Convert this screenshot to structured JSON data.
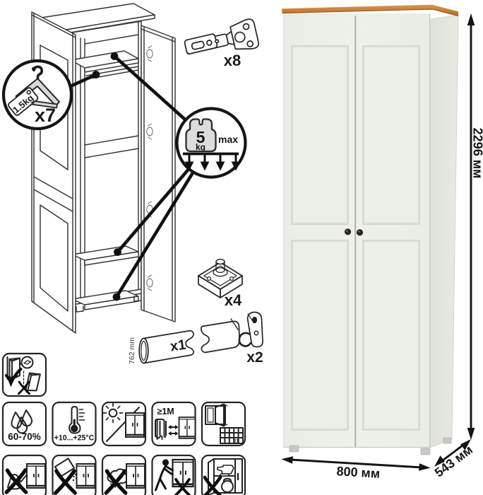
{
  "figure": {
    "kind": "wardrobe assembly and dimensions diagram",
    "colors": {
      "wood_top": "#c9813c",
      "body": "#edefe9",
      "line": "#161616"
    }
  },
  "assembly": {
    "hanger_callout": {
      "load_tag": "1.5kg",
      "count": "x7"
    },
    "shelf_load_callout": {
      "value": "5",
      "unit": "kg",
      "qualifier": "max"
    },
    "hinge": {
      "count": "x8"
    },
    "foot": {
      "count": "x4"
    },
    "rod": {
      "count": "x1",
      "length": "762 mm"
    },
    "hook": {
      "count": "x2"
    }
  },
  "dimensions": {
    "height": "2296 мм",
    "width": "800 мм",
    "depth": "543 мм"
  },
  "care": {
    "humidity": "60-70%",
    "temperature": "+10...+25°C",
    "heater_distance": "≥1M",
    "calendar_day": "21",
    "icons": [
      {
        "name": "anchor-to-wall-icon"
      },
      {
        "name": "humidity-icon"
      },
      {
        "name": "temperature-icon"
      },
      {
        "name": "no-direct-sunlight-icon"
      },
      {
        "name": "keep-distance-from-heater-icon"
      },
      {
        "name": "ventilation-icon"
      },
      {
        "name": "no-solvents-icon"
      },
      {
        "name": "no-abrasives-icon"
      },
      {
        "name": "no-wet-cleaning-icon"
      },
      {
        "name": "no-dragging-icon"
      },
      {
        "name": "no-overload-icon"
      }
    ]
  }
}
